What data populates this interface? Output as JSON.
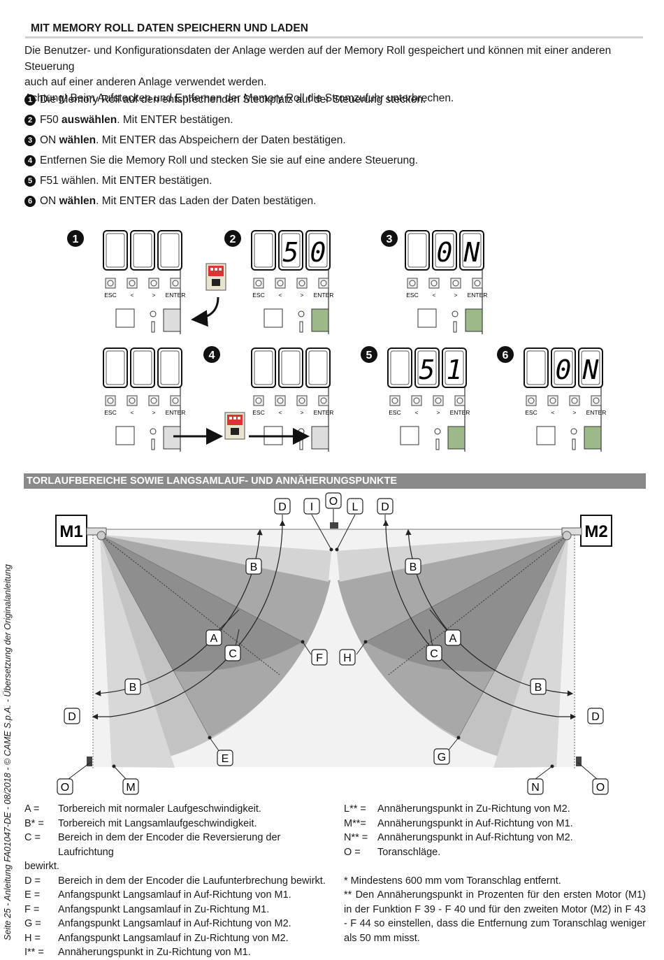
{
  "section1": {
    "title": "MIT MEMORY ROLL DATEN SPEICHERN UND LADEN",
    "intro": [
      "Die Benutzer- und Konfigurationsdaten der Anlage werden auf der Memory Roll gespeichert und können mit einer anderen Steuerung",
      "auch auf einer anderen Anlage verwendet werden.",
      "Achtung! Beim Aufstecken und Entfernen der Memory Roll die Stromzufuhr unterbrechen."
    ],
    "steps": [
      {
        "num": "1",
        "pre": "",
        "bold": "",
        "text": "Die Memory Roll auf den entsprechenden Steckplatz auf der Steuerung stecken."
      },
      {
        "num": "2",
        "pre": "F50 ",
        "bold": "auswählen",
        "text": ". Mit ENTER bestätigen."
      },
      {
        "num": "3",
        "pre": "ON ",
        "bold": "wählen",
        "text": ". Mit ENTER das Abspeichern der Daten bestätigen."
      },
      {
        "num": "4",
        "pre": "",
        "bold": "",
        "text": "Entfernen Sie die Memory Roll und stecken Sie sie auf eine andere Steuerung."
      },
      {
        "num": "5",
        "pre": "F51 wählen. Mit ENTER bestätigen.",
        "bold": "",
        "text": ""
      },
      {
        "num": "6",
        "pre": "ON ",
        "bold": "wählen",
        "text": ". Mit ENTER das Laden der Daten bestätigen."
      }
    ]
  },
  "panels": {
    "buttons": [
      "ESC",
      "<",
      ">",
      "ENTER"
    ],
    "items": [
      {
        "badge": "1",
        "display": [
          "",
          "",
          ""
        ]
      },
      {
        "badge": "2",
        "display": [
          "",
          "5",
          "0"
        ]
      },
      {
        "badge": "3",
        "display": [
          "",
          "0",
          "N"
        ]
      },
      {
        "badge": "4",
        "display": [
          "",
          "",
          ""
        ]
      },
      {
        "badge": "",
        "display": [
          "",
          "",
          ""
        ]
      },
      {
        "badge": "5",
        "display": [
          "",
          "5",
          "1"
        ]
      },
      {
        "badge": "6",
        "display": [
          "",
          "0",
          "N"
        ]
      }
    ]
  },
  "section2": {
    "title": "TORLAUFBEREICHE SOWIE LANGSAMLAUF- UND ANNÄHERUNGSPUNKTE",
    "motor_left": "M1",
    "motor_right": "M2",
    "labels": {
      "A": "A",
      "B": "B",
      "C": "C",
      "D": "D",
      "E": "E",
      "F": "F",
      "G": "G",
      "H": "H",
      "I": "I",
      "L": "L",
      "M": "M",
      "N": "N",
      "O": "O"
    }
  },
  "legend_left": [
    {
      "k": "A  =",
      "v": "Torbereich mit normaler Laufgeschwindigkeit."
    },
    {
      "k": "B*  =",
      "v": "Torbereich mit Langsamlaufgeschwindigkeit."
    },
    {
      "k": "C  =",
      "v": "Bereich in dem der Encoder die Reversierung der Laufrichtung"
    },
    {
      "k": "",
      "v": "bewirkt."
    },
    {
      "k": "D  =",
      "v": "Bereich in dem der Encoder die Laufunterbrechung bewirkt."
    },
    {
      "k": "E  =",
      "v": "Anfangspunkt Langsamlauf in Auf-Richtung von M1."
    },
    {
      "k": "F  =",
      "v": "Anfangspunkt Langsamlauf in Zu-Richtung  M1."
    },
    {
      "k": "G  =",
      "v": "Anfangspunkt Langsamlauf in Auf-Richtung von M2."
    },
    {
      "k": "H  =",
      "v": "Anfangspunkt Langsamlauf in Zu-Richtung von M2."
    },
    {
      "k": "I**  =",
      "v": "Annäherungspunkt in Zu-Richtung von M1."
    }
  ],
  "legend_right": [
    {
      "k": "L**  =",
      "v": "Annäherungspunkt in Zu-Richtung von M2."
    },
    {
      "k": "M**=",
      "v": "Annäherungspunkt in Auf-Richtung von M1."
    },
    {
      "k": "N**  =",
      "v": "Annäherungspunkt in Auf-Richtung von M2."
    },
    {
      "k": "O  =",
      "v": "Toranschläge."
    }
  ],
  "notes": [
    "*    Mindestens 600 mm vom Toranschlag entfernt.",
    "**   Den Annäherungspunkt in Prozenten für den ersten Motor (M1) in der Funktion F 39 - F 40 und für den zweiten Motor (M2) in F 43 - F 44 so einstellen, dass die Entfernung zum Toranschlag weniger als 50 mm misst."
  ],
  "sidebar": "Seite 25 - Anleitung FA01047-DE - 08/2018 - © CAME S.p.A. - Übersetzung der Originalanleitung"
}
